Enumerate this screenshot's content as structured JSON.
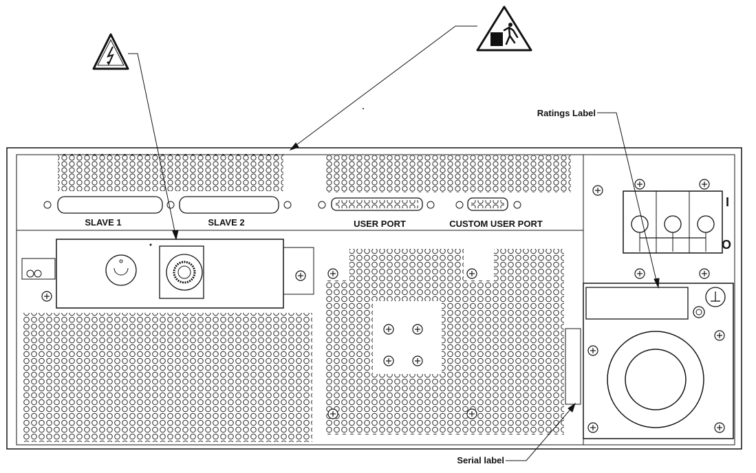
{
  "callouts": {
    "ratings_label": "Ratings Label",
    "serial_label": "Serial label"
  },
  "ports": {
    "slave1": "SLAVE 1",
    "slave2": "SLAVE 2",
    "user_port": "USER PORT",
    "custom_user_port": "CUSTOM USER PORT"
  },
  "switch": {
    "on_symbol": "I",
    "off_symbol": "O"
  },
  "icons": {
    "electrical_hazard": "electrical-hazard-warning-icon",
    "heavy_object": "heavy-object-lifting-warning-icon",
    "ground": "ground-symbol-icon"
  }
}
